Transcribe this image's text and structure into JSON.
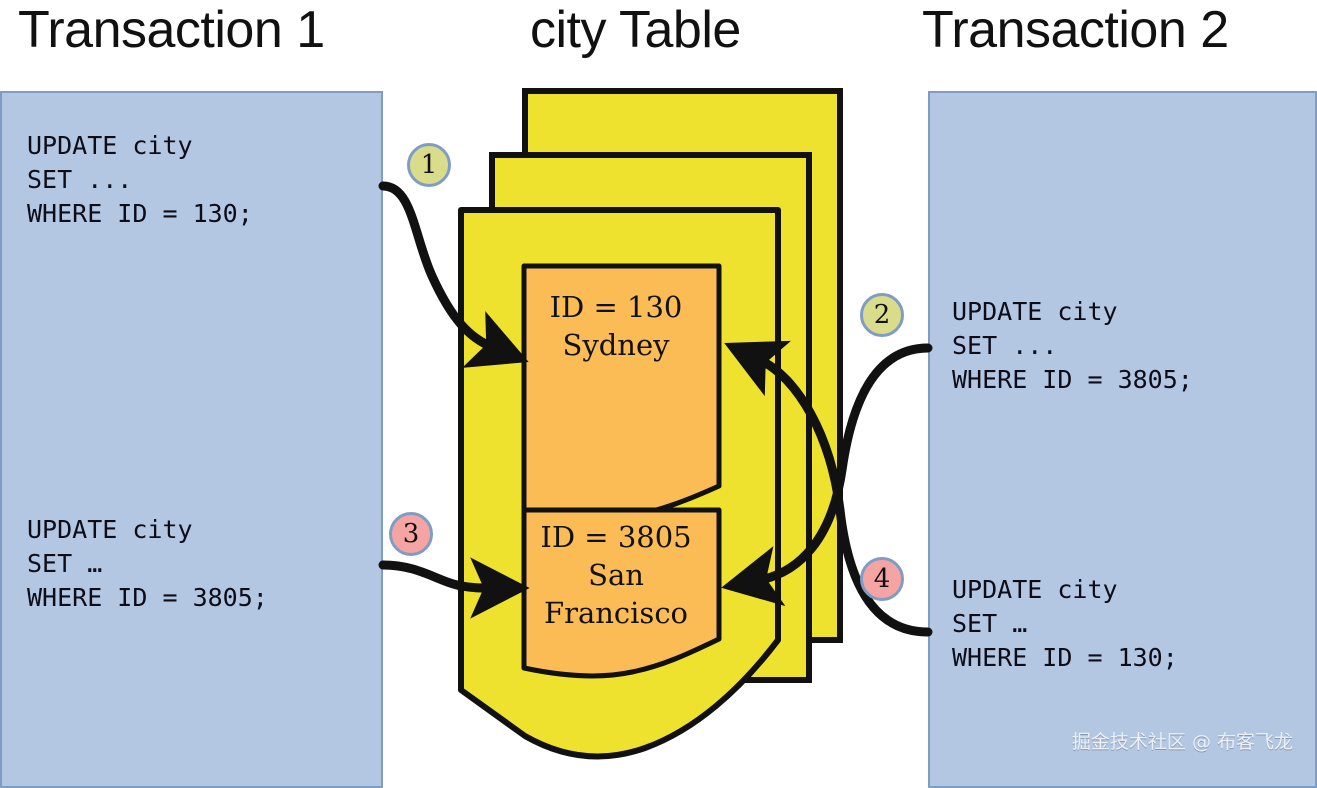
{
  "columns": {
    "left_title": "Transaction 1",
    "center_title": "city Table",
    "right_title": "Transaction 2"
  },
  "transaction1": {
    "statements": [
      "UPDATE city\nSET ...\nWHERE ID = 130;",
      "UPDATE city\nSET …\nWHERE ID = 3805;"
    ]
  },
  "transaction2": {
    "statements": [
      "UPDATE city\nSET ...\nWHERE ID = 3805;",
      "UPDATE city\nSET …\nWHERE ID = 130;"
    ]
  },
  "table_rows": [
    {
      "id_label": "ID = 130",
      "value": "Sydney"
    },
    {
      "id_label": "ID = 3805",
      "value": "San\nFrancisco"
    }
  ],
  "row_texts": {
    "row1": "ID = 130\nSydney",
    "row2": "ID = 3805\nSan\nFrancisco"
  },
  "steps": [
    {
      "number": "1",
      "color": "#d9dc8a",
      "from": "transaction1-statement1",
      "to": "row-id-130"
    },
    {
      "number": "2",
      "color": "#d9dc8a",
      "from": "transaction2-statement1",
      "to": "row-id-3805"
    },
    {
      "number": "3",
      "color": "#f5a4a4",
      "from": "transaction1-statement2",
      "to": "row-id-3805"
    },
    {
      "number": "4",
      "color": "#f5a4a4",
      "from": "transaction2-statement2",
      "to": "row-id-130"
    }
  ],
  "watermark": "掘金技术社区 @ 布客飞龙",
  "colors": {
    "panel_fill": "#b4c7e2",
    "panel_border": "#7f9dc4",
    "page_fill": "#eee22e",
    "page_border": "#111111",
    "row_fill": "#fbbb55",
    "row_border": "#111111",
    "badge_yellow": "#d9dc8a",
    "badge_pink": "#f5a4a4",
    "arrow": "#111111",
    "background": "#ffffff"
  }
}
